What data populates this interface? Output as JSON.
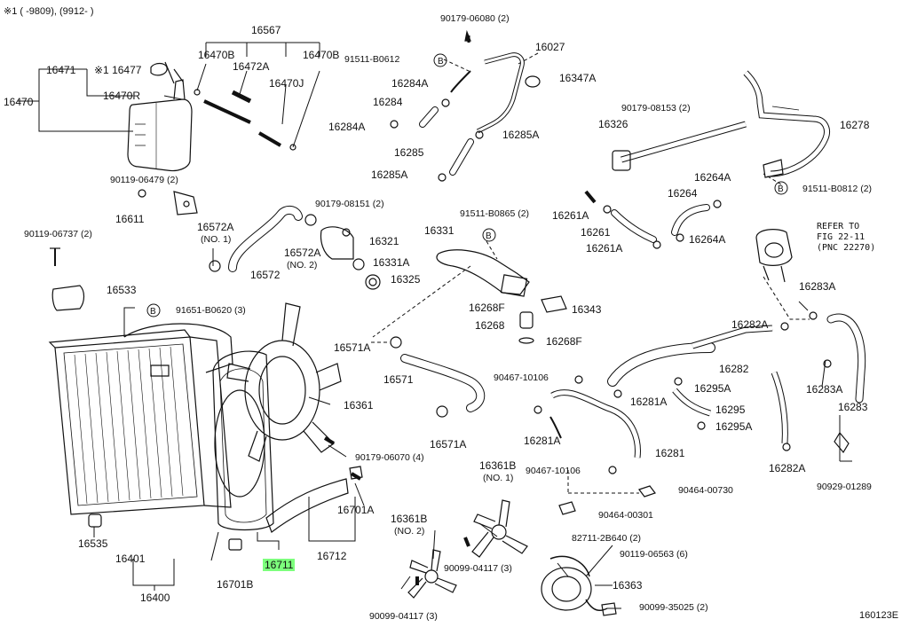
{
  "header_note": "※1 (      -9809), (9912-      )",
  "figure_code": "160123E",
  "refer_note": "REFER TO\nFIG 22-11\n(PNC 22270)",
  "highlight_color": "#7dff7d",
  "labels": {
    "p16567": "16567",
    "p16470B_a": "16470B",
    "p16470B_b": "16470B",
    "p16472A": "16472A",
    "p16470J": "16470J",
    "p16471": "16471",
    "p16477": "※1 16477",
    "p16470R": "16470R",
    "p16470": "16470",
    "p90119_06479": "90119-06479 (2)",
    "p16611": "16611",
    "p90119_06737": "90119-06737 (2)",
    "p16533": "16533",
    "p91651_B0620": "91651-B0620 (3)",
    "p16572A_1": "16572A",
    "no1_a": "(NO. 1)",
    "p16572": "16572",
    "p90179_08151": "90179-08151 (2)",
    "p16321": "16321",
    "p16572A_2": "16572A",
    "no2_a": "(NO. 2)",
    "p16331A": "16331A",
    "p16325": "16325",
    "p90179_06080": "90179-06080 (2)",
    "p91511_B0612": "91511-B0612",
    "p16027": "16027",
    "p16284A_1": "16284A",
    "p16347A": "16347A",
    "p16284": "16284",
    "p16284A_2": "16284A",
    "p16285A_1": "16285A",
    "p16285": "16285",
    "p16285A_2": "16285A",
    "p90179_08153": "90179-08153 (2)",
    "p16326": "16326",
    "p16278": "16278",
    "p16264A": "16264A",
    "p91511_B0812": "91511-B0812 (2)",
    "p16264": "16264",
    "p16261A_1": "16261A",
    "p16261": "16261",
    "p16264A_2": "16264A",
    "p16261A_2": "16261A",
    "p91511_B0865": "91511-B0865 (2)",
    "p16331": "16331",
    "p16268F_1": "16268F",
    "p16343": "16343",
    "p16268": "16268",
    "p16268F_2": "16268F",
    "p16283A_1": "16283A",
    "p16282A_1": "16282A",
    "p16282": "16282",
    "p16283A_2": "16283A",
    "p16283": "16283",
    "p16282A_2": "16282A",
    "p90929_01289": "90929-01289",
    "p16571A_1": "16571A",
    "p16571": "16571",
    "p16571A_2": "16571A",
    "p16361": "16361",
    "p90179_06070": "90179-06070 (4)",
    "p90467_10106_1": "90467-10106",
    "p16281A_1": "16281A",
    "p16295A_1": "16295A",
    "p16295": "16295",
    "p16295A_2": "16295A",
    "p16281A_2": "16281A",
    "p16281": "16281",
    "p90467_10106_2": "90467-10106",
    "p90464_00730": "90464-00730",
    "p90464_00301": "90464-00301",
    "p16361B_1": "16361B",
    "no1_b": "(NO. 1)",
    "p16701A": "16701A",
    "p16712": "16712",
    "p16361B_2": "16361B",
    "no2_b": "(NO. 2)",
    "p90099_04117_1": "90099-04117 (3)",
    "p90099_04117_2": "90099-04117 (3)",
    "p82711_2B640": "82711-2B640 (2)",
    "p90119_06563": "90119-06563 (6)",
    "p16363": "16363",
    "p90099_35025": "90099-35025 (2)",
    "p16535": "16535",
    "p16401": "16401",
    "p16701B": "16701B",
    "p16711": "16711",
    "p16400": "16400"
  }
}
